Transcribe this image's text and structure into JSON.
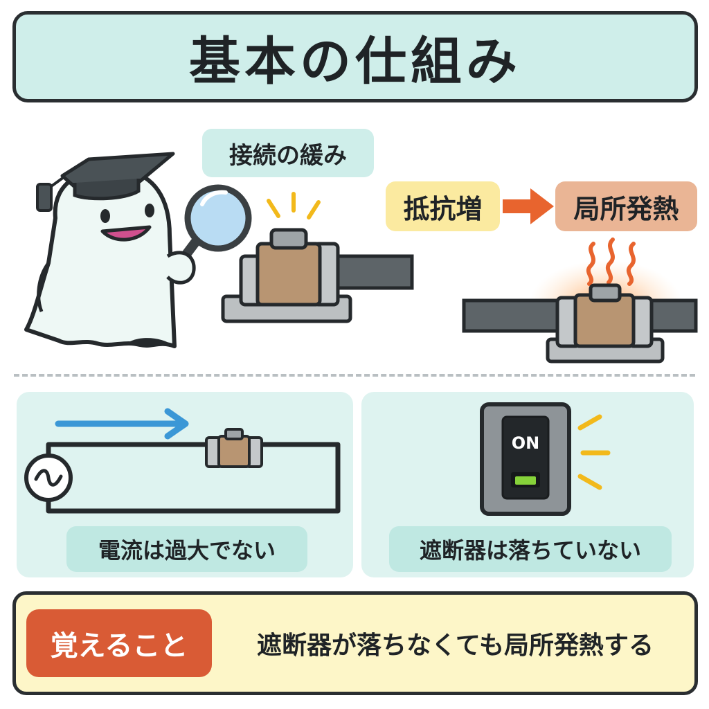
{
  "title": "基本の仕組み",
  "labels": {
    "connection_loose": "接続の緩み",
    "resistance_up": "抵抗増",
    "local_heat": "局所発熱",
    "current_ok": "電流は過大でない",
    "breaker_ok": "遮断器は落ちていない"
  },
  "breaker": {
    "state": "ON"
  },
  "summary": {
    "badge": "覚えること",
    "text": "遮断器が落ちなくても局所発熱する"
  },
  "colors": {
    "accent_teal": "#cfeeea",
    "accent_yellow": "#fbeaa0",
    "accent_orange": "#e8642e",
    "heat_label": "#eab595",
    "badge_red": "#d95b35",
    "current_arrow": "#3b97d6",
    "indicator_green": "#86d23a"
  },
  "icons": [
    "ghost-mascot",
    "graduation-cap-icon",
    "magnifying-glass-icon",
    "terminal-connector-icon",
    "heat-waves-icon",
    "ac-source-icon",
    "breaker-switch-icon"
  ]
}
